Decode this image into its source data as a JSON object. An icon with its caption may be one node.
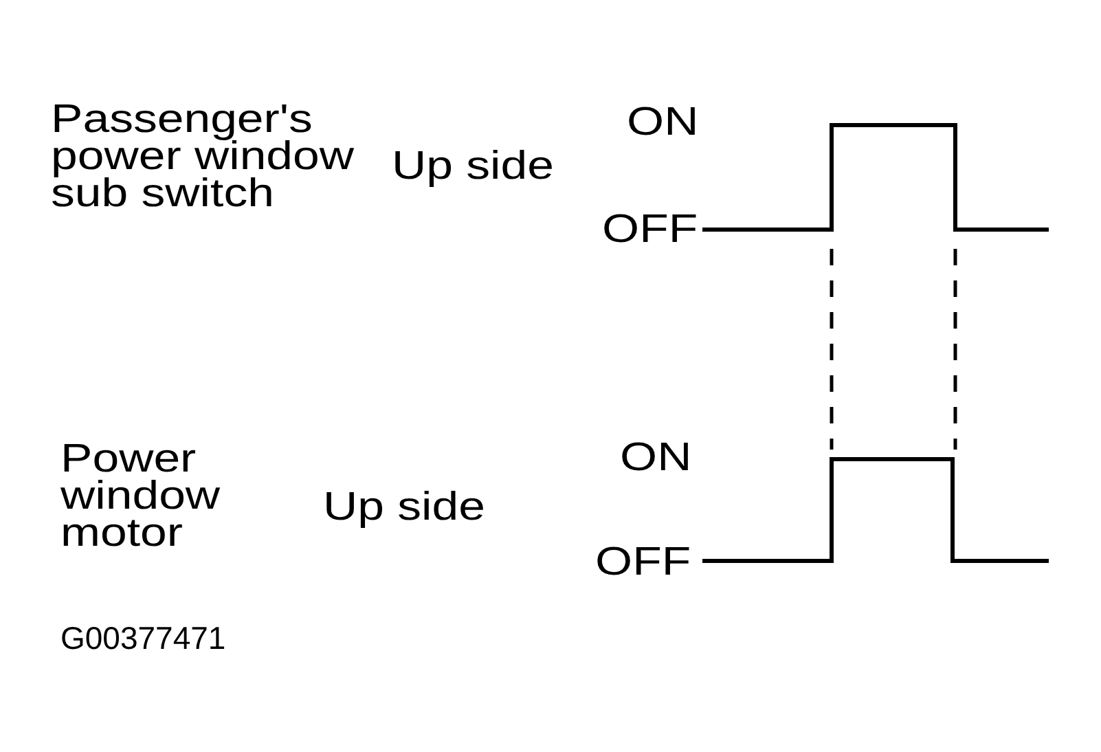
{
  "diagram": {
    "labels": [
      "Passenger's power window sub switch",
      "Up side",
      "ON",
      "OFF",
      "Power window motor",
      "Up side",
      "ON",
      "OFF",
      "G00377471"
    ]
  }
}
